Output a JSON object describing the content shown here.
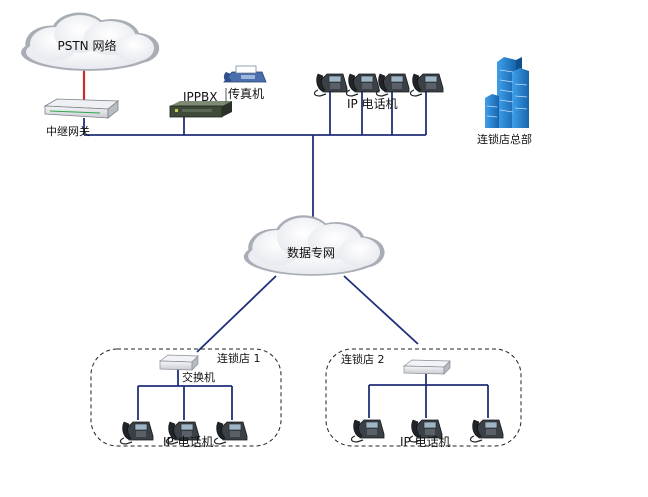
{
  "labels": {
    "pstn_cloud": "PSTN 网络",
    "trunk_gateway": "中继网关",
    "ippbx": "IPPBX",
    "fax": "传真机",
    "hq_phones": "IP 电话机",
    "hq": "连锁店总部",
    "data_network": "数据专网",
    "store1": "连锁店 1",
    "store1_switch": "交换机",
    "store1_phones": "IP 电话机",
    "store2": "连锁店 2",
    "store2_phones": "IP 电话机"
  },
  "colors": {
    "network_line": "#1f2f7a",
    "pstn_link": "#cc2b2b",
    "cloud_edge": "#a9adb6",
    "building": "#1f7fd0"
  },
  "icons": [
    "cloud-icon",
    "gateway-device-icon",
    "ippbx-device-icon",
    "fax-icon",
    "ip-phone-icon",
    "building-icon",
    "switch-icon"
  ]
}
